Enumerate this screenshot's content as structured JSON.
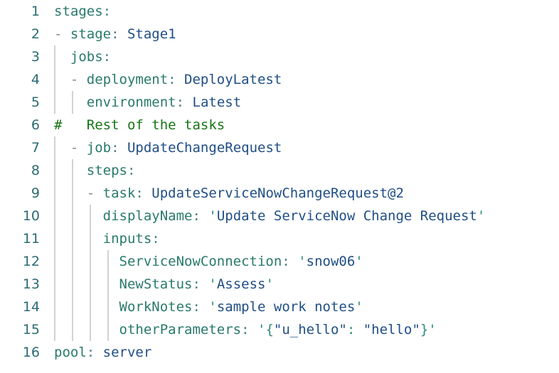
{
  "editor": {
    "language": "yaml",
    "line_count": 16,
    "colors": {
      "background": "#ffffff",
      "line_number": "#2b6b72",
      "indent_guide": "#d2d2d2",
      "key": "#297a6b",
      "value": "#1f4e86",
      "punctuation": "#4a7f86",
      "dash": "#7f8c8d",
      "comment": "#157615",
      "quote": "#2c8a78"
    }
  },
  "lines": [
    {
      "number": "1",
      "indent_guides": 0,
      "tokens": [
        {
          "text": "stages",
          "type": "key"
        },
        {
          "text": ":",
          "type": "punct"
        }
      ]
    },
    {
      "number": "2",
      "indent_guides": 0,
      "tokens": [
        {
          "text": "- ",
          "type": "dash"
        },
        {
          "text": "stage",
          "type": "key"
        },
        {
          "text": ": ",
          "type": "punct"
        },
        {
          "text": "Stage1",
          "type": "value"
        }
      ]
    },
    {
      "number": "3",
      "indent_guides": 1,
      "tokens": [
        {
          "text": "  ",
          "type": "plain"
        },
        {
          "text": "jobs",
          "type": "key"
        },
        {
          "text": ":",
          "type": "punct"
        }
      ]
    },
    {
      "number": "4",
      "indent_guides": 1,
      "tokens": [
        {
          "text": "  - ",
          "type": "dash"
        },
        {
          "text": "deployment",
          "type": "key"
        },
        {
          "text": ": ",
          "type": "punct"
        },
        {
          "text": "DeployLatest",
          "type": "value"
        }
      ]
    },
    {
      "number": "5",
      "indent_guides": 2,
      "tokens": [
        {
          "text": "    ",
          "type": "plain"
        },
        {
          "text": "environment",
          "type": "key"
        },
        {
          "text": ": ",
          "type": "punct"
        },
        {
          "text": "Latest",
          "type": "value"
        }
      ]
    },
    {
      "number": "6",
      "indent_guides": 0,
      "tokens": [
        {
          "text": "#   Rest of the tasks",
          "type": "comment"
        }
      ]
    },
    {
      "number": "7",
      "indent_guides": 1,
      "tokens": [
        {
          "text": "  - ",
          "type": "dash"
        },
        {
          "text": "job",
          "type": "key"
        },
        {
          "text": ": ",
          "type": "punct"
        },
        {
          "text": "UpdateChangeRequest",
          "type": "value"
        }
      ]
    },
    {
      "number": "8",
      "indent_guides": 2,
      "tokens": [
        {
          "text": "    ",
          "type": "plain"
        },
        {
          "text": "steps",
          "type": "key"
        },
        {
          "text": ":",
          "type": "punct"
        }
      ]
    },
    {
      "number": "9",
      "indent_guides": 2,
      "tokens": [
        {
          "text": "    - ",
          "type": "dash"
        },
        {
          "text": "task",
          "type": "key"
        },
        {
          "text": ": ",
          "type": "punct"
        },
        {
          "text": "UpdateServiceNowChangeRequest@2",
          "type": "value"
        }
      ]
    },
    {
      "number": "10",
      "indent_guides": 3,
      "tokens": [
        {
          "text": "      ",
          "type": "plain"
        },
        {
          "text": "displayName",
          "type": "key"
        },
        {
          "text": ": ",
          "type": "punct"
        },
        {
          "text": "'",
          "type": "quote"
        },
        {
          "text": "Update ServiceNow Change Request",
          "type": "value"
        },
        {
          "text": "'",
          "type": "quote"
        }
      ]
    },
    {
      "number": "11",
      "indent_guides": 3,
      "tokens": [
        {
          "text": "      ",
          "type": "plain"
        },
        {
          "text": "inputs",
          "type": "key"
        },
        {
          "text": ":",
          "type": "punct"
        }
      ]
    },
    {
      "number": "12",
      "indent_guides": 4,
      "tokens": [
        {
          "text": "        ",
          "type": "plain"
        },
        {
          "text": "ServiceNowConnection",
          "type": "key"
        },
        {
          "text": ": ",
          "type": "punct"
        },
        {
          "text": "'",
          "type": "quote"
        },
        {
          "text": "snow06",
          "type": "value"
        },
        {
          "text": "'",
          "type": "quote"
        }
      ]
    },
    {
      "number": "13",
      "indent_guides": 4,
      "tokens": [
        {
          "text": "        ",
          "type": "plain"
        },
        {
          "text": "NewStatus",
          "type": "key"
        },
        {
          "text": ": ",
          "type": "punct"
        },
        {
          "text": "'",
          "type": "quote"
        },
        {
          "text": "Assess",
          "type": "value"
        },
        {
          "text": "'",
          "type": "quote"
        }
      ]
    },
    {
      "number": "14",
      "indent_guides": 4,
      "tokens": [
        {
          "text": "        ",
          "type": "plain"
        },
        {
          "text": "WorkNotes",
          "type": "key"
        },
        {
          "text": ": ",
          "type": "punct"
        },
        {
          "text": "'",
          "type": "quote"
        },
        {
          "text": "sample work notes",
          "type": "value"
        },
        {
          "text": "'",
          "type": "quote"
        }
      ]
    },
    {
      "number": "15",
      "indent_guides": 4,
      "tokens": [
        {
          "text": "        ",
          "type": "plain"
        },
        {
          "text": "otherParameters",
          "type": "key"
        },
        {
          "text": ": ",
          "type": "punct"
        },
        {
          "text": "'{",
          "type": "quote"
        },
        {
          "text": "\"u_hello\"",
          "type": "value"
        },
        {
          "text": ": ",
          "type": "quote"
        },
        {
          "text": "\"hello\"",
          "type": "value"
        },
        {
          "text": "}'",
          "type": "quote"
        }
      ]
    },
    {
      "number": "16",
      "indent_guides": 0,
      "tokens": [
        {
          "text": "pool",
          "type": "key"
        },
        {
          "text": ": ",
          "type": "punct"
        },
        {
          "text": "server",
          "type": "value"
        }
      ]
    }
  ]
}
